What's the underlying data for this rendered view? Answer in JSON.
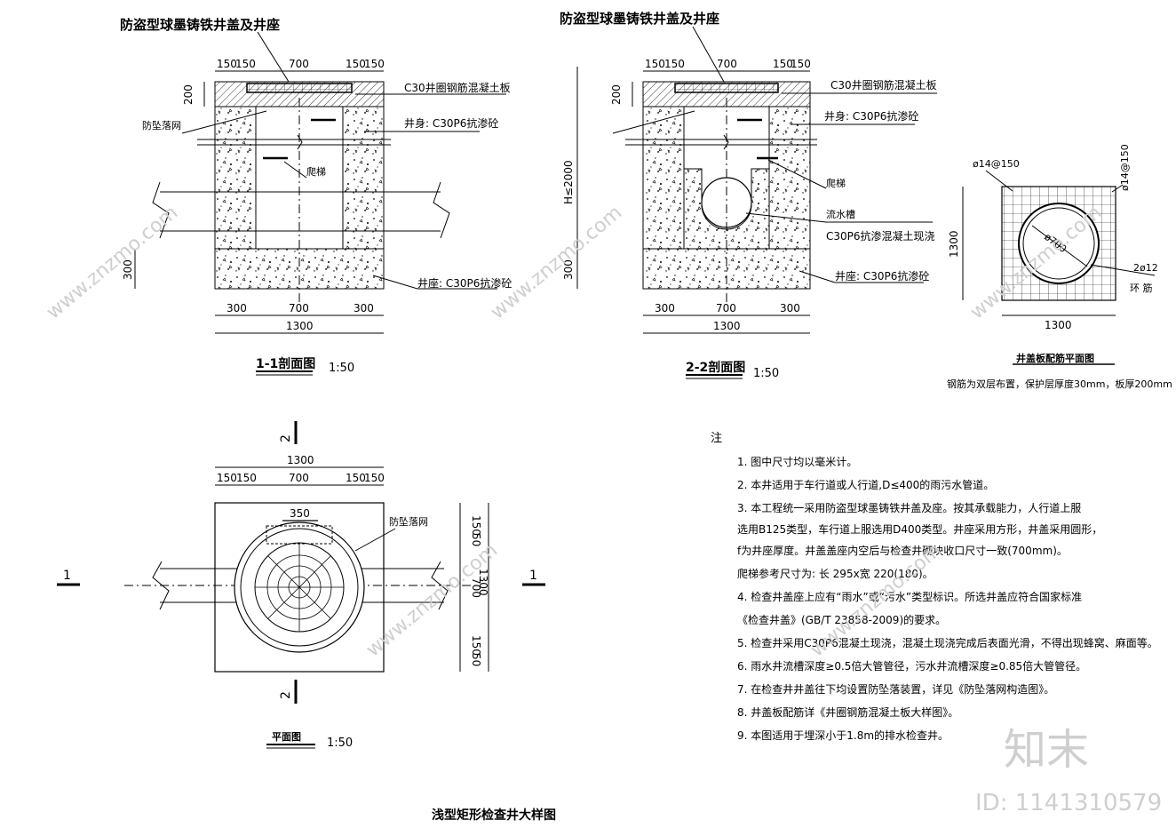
{
  "drawing_title": "浅型矩形检查井大样图",
  "section1": {
    "cover_label": "防盗型球墨铸铁井盖及井座",
    "dims_top": [
      "150",
      "150",
      "700",
      "150",
      "150"
    ],
    "dim_side_top": "200",
    "dim_side_bottom": "300",
    "slab_label": "C30井圈钢筋混凝土板",
    "wall_label": "井身: C30P6抗渗砼",
    "net_label": "防坠落网",
    "step_label": "爬梯",
    "base_label": "井座: C30P6抗渗砼",
    "dims_bottom": [
      "300",
      "700",
      "300"
    ],
    "dim_total": "1300",
    "title": "1-1剖面图",
    "scale": "1:50"
  },
  "section2": {
    "cover_label": "防盗型球墨铸铁井盖及井座",
    "dims_top": [
      "150",
      "150",
      "700",
      "150",
      "150"
    ],
    "dim_side_top": "200",
    "dim_side_height": "H≤2000",
    "dim_side_bottom": "300",
    "slab_label": "C30井圈钢筋混凝土板",
    "wall_label": "井身: C30P6抗渗砼",
    "net_label": "防坠落网",
    "step_label": "爬梯",
    "channel_label": "流水槽",
    "channel_material": "C30P6抗渗混凝土现浇",
    "base_label": "井座: C30P6抗渗砼",
    "dims_bottom": [
      "300",
      "700",
      "300"
    ],
    "dim_total": "1300",
    "title": "2-2剖面图",
    "scale": "1:50"
  },
  "rebar_plan": {
    "rebar_h": "ø14@150",
    "rebar_v": "ø14@150",
    "dia": "ø700",
    "ring_rebar": "2ø12",
    "ring_label": "环 筋",
    "dim_side": "1300",
    "dim_bottom": "1300",
    "title": "井盖板配筋平面图",
    "note": "钢筋为双层布置，保护层厚度30mm，板厚200mm"
  },
  "plan": {
    "cut_mark_top": "2",
    "cut_mark_bottom": "2",
    "cut_mark_left": "1",
    "cut_mark_right": "1",
    "dim_total": "1300",
    "dims_top": [
      "150",
      "150",
      "700",
      "150",
      "150"
    ],
    "dim_350": "350",
    "net_label": "防坠落网",
    "dims_right": [
      "150",
      "50",
      "700",
      "150",
      "50"
    ],
    "dim_right_total": "1300",
    "title": "平面图",
    "scale": "1:50"
  },
  "notes": {
    "heading": "注",
    "items": [
      "1. 图中尺寸均以毫米计。",
      "2. 本井适用于车行道或人行道,D≤400的雨污水管道。",
      "3. 本工程统一采用防盗型球墨铸铁井盖及座。按其承载能力，人行道上服",
      "   选用B125类型，车行道上服选用D400类型。井座采用方形，井盖采用圆形，",
      "   f为井座厚度。井盖盖座内空后与检查井砌块收口尺寸一致(700mm)。",
      "   爬梯参考尺寸为: 长 295x宽 220(180)。",
      "4. 检查井盖座上应有“雨水”或“污水”类型标识。所选井盖应符合国家标准",
      "   《检查井盖》(GB/T 23858-2009)的要求。",
      "5. 检查井采用C30P6混凝土现浇，混凝土现浇完成后表面光滑，不得出现蜂窝、麻面等。",
      "6. 雨水井流槽深度≥0.5倍大管管径，污水井流槽深度≥0.85倍大管管径。",
      "7. 在检查井井盖往下均设置防坠落装置，详见《防坠落网构造图》。",
      "8. 井盖板配筋详《井圈钢筋混凝土板大样图》。",
      "9. 本图适用于埋深小于1.8m的排水检查井。"
    ]
  },
  "watermark": {
    "logo": "知末",
    "id": "ID: 1141310579",
    "site": "www.znzmo.com"
  },
  "colors": {
    "line": "#000000",
    "watermark": "#cfcfcf"
  }
}
